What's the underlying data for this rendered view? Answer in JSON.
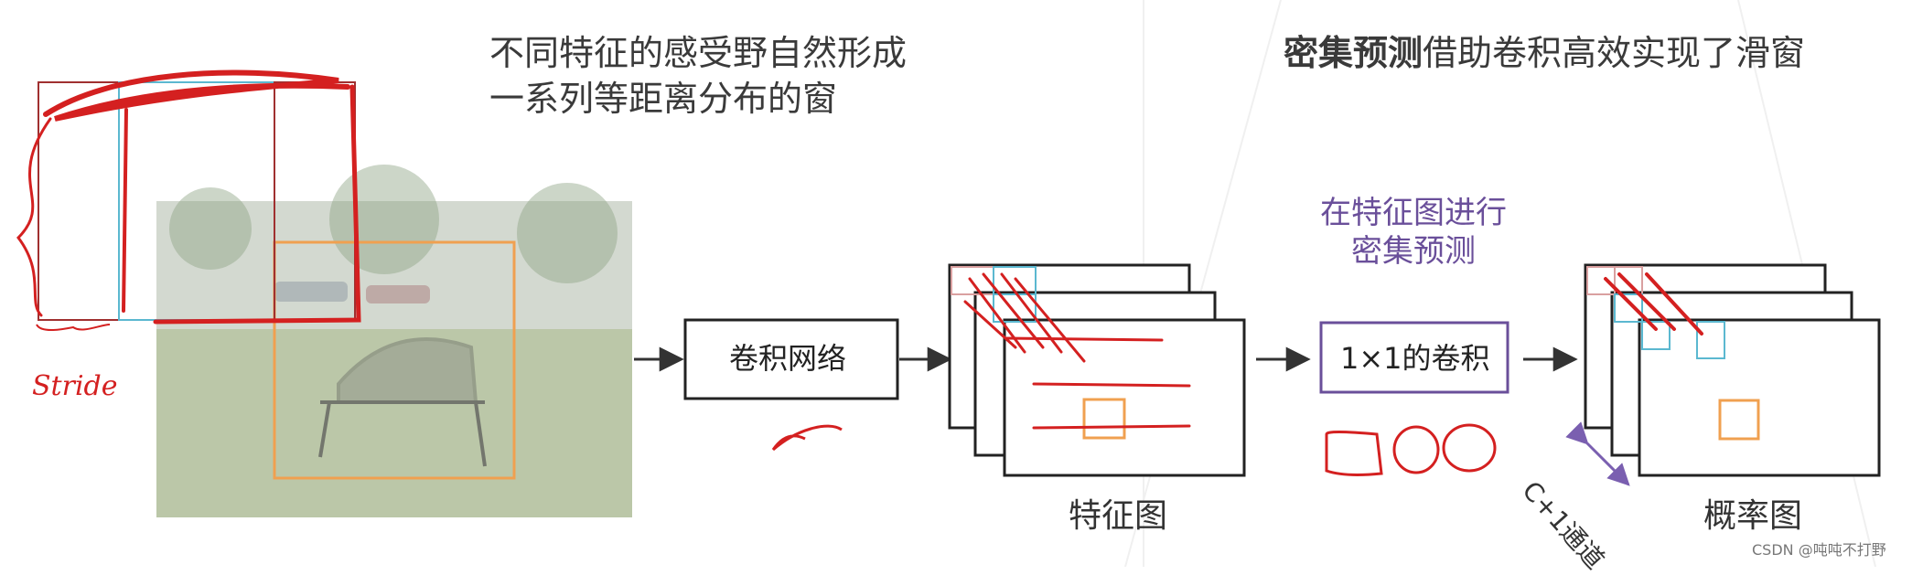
{
  "texts": {
    "top_left_line1": "不同特征的感受野自然形成",
    "top_left_line2": "一系列等距离分布的窗",
    "top_right_bold": "密集预测",
    "top_right_rest": "借助卷积高效实现了滑窗",
    "dense_line1": "在特征图进行",
    "dense_line2": "密集预测",
    "conv_net": "卷积网络",
    "one_by_one": "1×1的卷积",
    "feature_map": "特征图",
    "prob_map": "概率图",
    "channels": "C+1通道",
    "stride": "Stride",
    "watermark": "CSDN @吨吨不打野"
  },
  "colors": {
    "accent_purple": "#6a4f9a",
    "orange": "#f0a050",
    "cyan": "#5bb8d0",
    "handwriting_red": "#d42020",
    "box_dark": "#222222"
  }
}
